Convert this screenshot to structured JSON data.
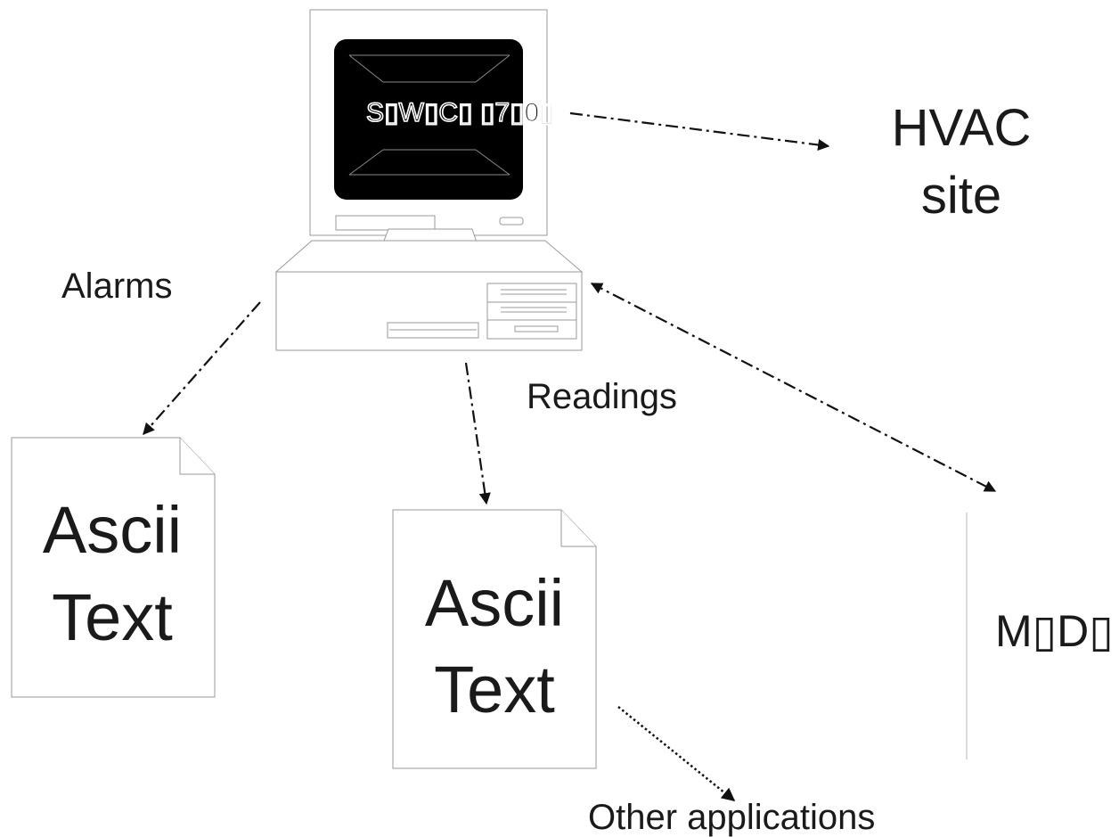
{
  "computer": {
    "screen_text": "S▯W▯C▯ ▯7▯0▯"
  },
  "labels": {
    "hvac_line1": "HVAC",
    "hvac_line2": "site",
    "alarms": "Alarms",
    "readings": "Readings",
    "other_applications": "Other applications",
    "mdi": "M▯D▯"
  },
  "documents": [
    {
      "line1": "Ascii",
      "line2": "Text"
    },
    {
      "line1": "Ascii",
      "line2": "Text"
    }
  ],
  "arrows": [
    {
      "from": "computer",
      "to": "hvac-site",
      "style": "dash-dot",
      "direction": "forward"
    },
    {
      "from": "computer",
      "to": "alarms-document",
      "style": "dash-dot",
      "direction": "forward"
    },
    {
      "from": "computer",
      "to": "readings-document",
      "style": "dash-dot",
      "direction": "forward"
    },
    {
      "from": "computer",
      "to": "mdi",
      "style": "dash-dot",
      "direction": "both"
    },
    {
      "from": "readings-document",
      "to": "other-applications",
      "style": "dotted",
      "direction": "forward"
    }
  ]
}
